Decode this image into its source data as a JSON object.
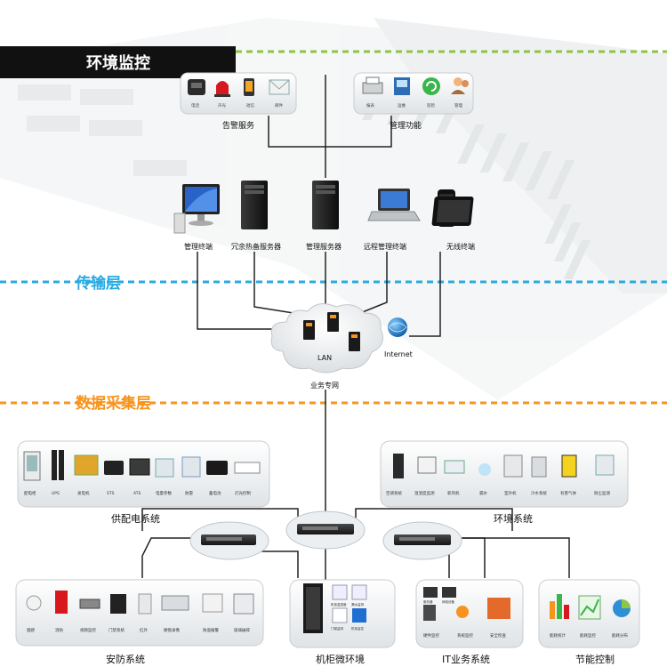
{
  "title": "环境监控",
  "layers": {
    "transport": "传输层",
    "acquisition": "数据采集层"
  },
  "colors": {
    "green_line": "#8dc63f",
    "blue_line": "#29abe2",
    "orange_line": "#f7941d",
    "layer_text": "#f7941d",
    "title_bg": "#111111"
  },
  "alarm_service": {
    "label": "告警服务",
    "items": [
      "电话",
      "声光",
      "短信",
      "邮件"
    ]
  },
  "management_function": {
    "label": "管理功能",
    "items": [
      "报表",
      "运维",
      "巡检",
      "管理"
    ]
  },
  "terminals": [
    {
      "label": "管理终端",
      "icon": "monitor-icon"
    },
    {
      "label": "冗余热备服务器",
      "icon": "tower-server-icon"
    },
    {
      "label": "管理服务器",
      "icon": "tower-server-icon"
    },
    {
      "label": "远程管理终端",
      "icon": "laptop-icon"
    },
    {
      "label": "无线终端",
      "icon": "tablet-icon"
    }
  ],
  "network": {
    "lan": "LAN",
    "internet": "Internet",
    "business_net": "业务专网"
  },
  "power_system": {
    "label": "供配电系统",
    "items": [
      "配电柜",
      "UPS",
      "发电机",
      "STS",
      "ATS",
      "电量参数",
      "防雷",
      "蓄电池",
      "灯光控制"
    ]
  },
  "env_system": {
    "label": "环境系统",
    "items": [
      "空调系统",
      "温湿度监测",
      "新风机",
      "漏水",
      "室外机",
      "冷水系统",
      "有害气体",
      "除尘监测"
    ]
  },
  "security_system": {
    "label": "安防系统",
    "items": [
      "烟感",
      "消防",
      "视频监控",
      "门禁系统",
      "红外",
      "硬盘录像",
      "防盗报警",
      "玻璃破碎"
    ]
  },
  "cabinet_env": {
    "label": "机柜微环境",
    "items": [
      "机柜温湿度",
      "漏水监测",
      "门磁监测",
      "机柜监控"
    ]
  },
  "it_system": {
    "label": "IT业务系统",
    "items": [
      "服务器",
      "网络设备",
      "硬件监控",
      "系统监控",
      "安全检查"
    ]
  },
  "energy_control": {
    "label": "节能控制",
    "items": [
      "能耗统计",
      "能耗监控",
      "能耗分布"
    ]
  }
}
